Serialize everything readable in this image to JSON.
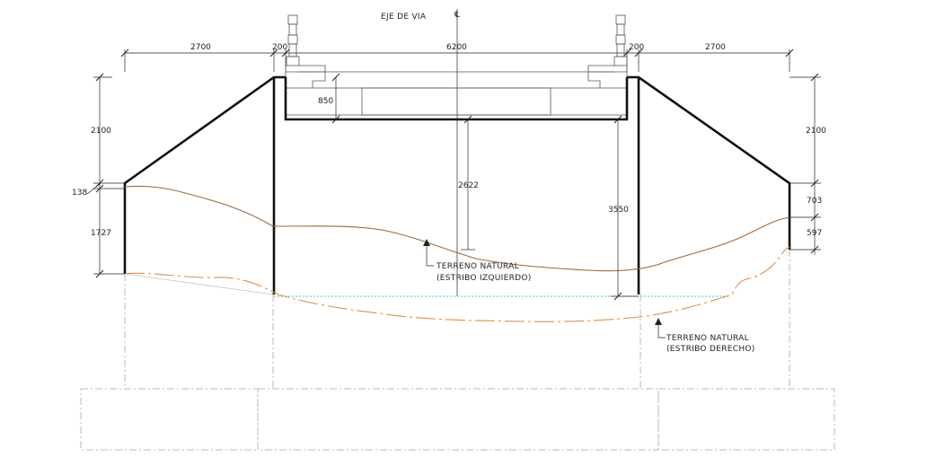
{
  "title": "EJE DE VIA",
  "title_symbol": "℄",
  "top_dimensions": {
    "left_span": "2700",
    "left_wall": "200",
    "center_span": "6200",
    "right_wall": "200",
    "right_span": "2700"
  },
  "vertical_dimensions": {
    "left_upper": "2100",
    "left_small": "138",
    "left_lower": "1727",
    "deck_depth": "850",
    "clearance_center": "2622",
    "clearance_total": "3550",
    "right_upper": "2100",
    "right_mid": "703",
    "right_lower": "597"
  },
  "labels": {
    "terrain_left_line1": "TERRENO NATURAL",
    "terrain_left_line2": "(ESTRIBO IZQUIERDO)",
    "terrain_right_line1": "TERRENO NATURAL",
    "terrain_right_line2": "(ESTRIBO DERECHO)"
  },
  "colors": {
    "structure": "#111111",
    "terrain_left": "#9b6a3e",
    "terrain_right": "#e0904a",
    "water_level": "#4ab8d8",
    "foundation": "#b8b8b8"
  }
}
